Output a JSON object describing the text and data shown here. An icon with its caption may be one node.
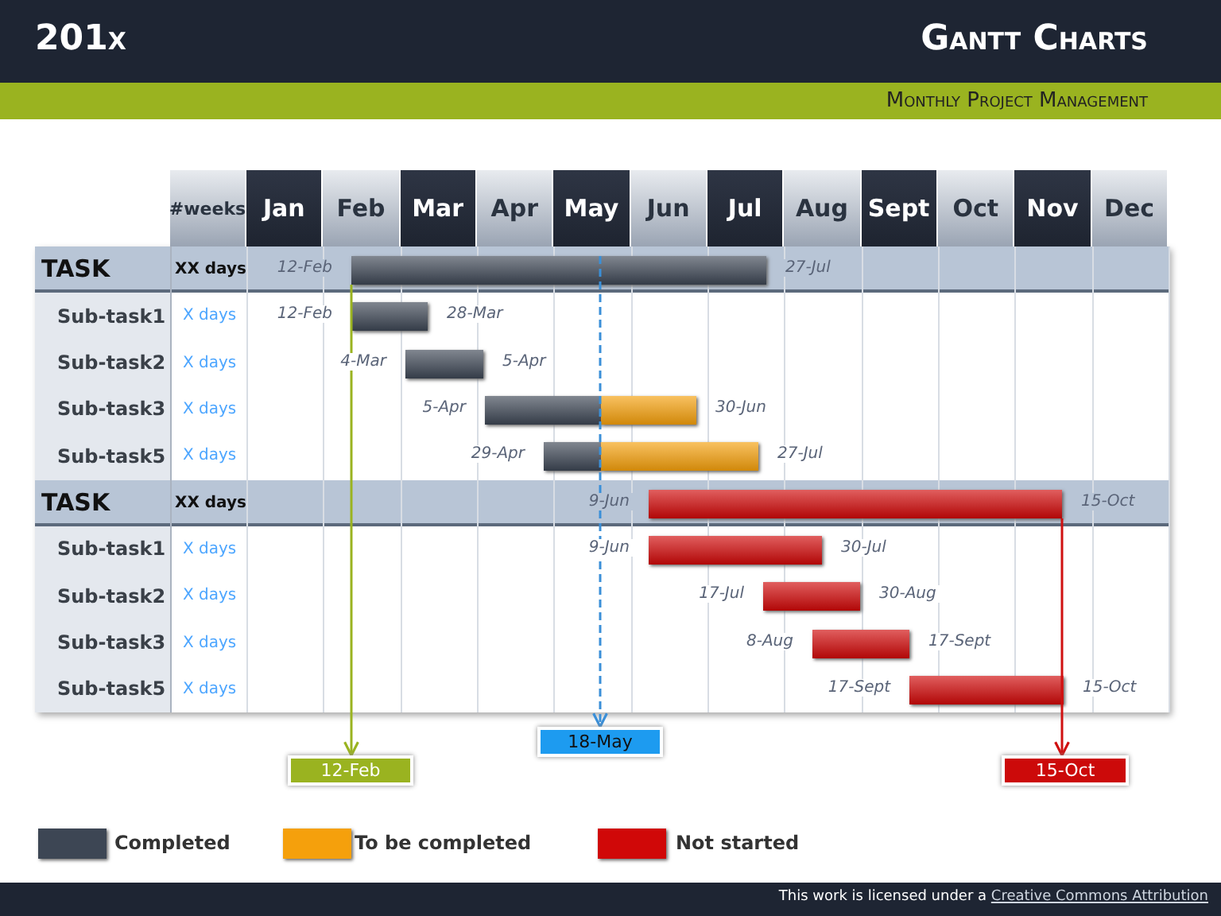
{
  "diagram": {
    "title": "Gantt Charts",
    "nodes": [
      {
        "text": [],
        "shape": "bar",
        "beside": [
          "12-Feb",
          "27-Jul"
        ]
      },
      {
        "text": [],
        "shape": "bar",
        "beside": [
          "12-Feb",
          "28-Mar"
        ]
      },
      {
        "text": [],
        "shape": "bar",
        "beside": [
          "4-Mar",
          "5-Apr"
        ]
      },
      {
        "text": [],
        "shape": "bar",
        "beside": [
          "5-Apr"
        ]
      },
      {
        "text": [],
        "shape": "bar",
        "beside": [
          "30-Jun"
        ]
      },
      {
        "text": [],
        "shape": "bar",
        "beside": [
          "29-Apr"
        ]
      },
      {
        "text": [],
        "shape": "bar",
        "beside": [
          "27-Jul"
        ]
      },
      {
        "text": [],
        "shape": "bar",
        "beside": [
          "9-Jun",
          "15-Oct"
        ]
      },
      {
        "text": [],
        "shape": "bar",
        "beside": [
          "9-Jun",
          "30-Jul"
        ]
      },
      {
        "text": [],
        "shape": "bar",
        "beside": [
          "17-Jul",
          "30-Aug"
        ]
      },
      {
        "text": [],
        "shape": "bar",
        "beside": [
          "8-Aug",
          "17-Sept"
        ]
      },
      {
        "text": [],
        "shape": "bar",
        "beside": [
          "17-Sept",
          "15-Oct"
        ]
      },
      {
        "text": [
          "12-Feb"
        ]
      },
      {
        "text": [
          "18-May"
        ]
      },
      {
        "text": [
          "15-Oct"
        ]
      }
    ],
    "edges": [
      {
        "from": 0,
        "to": 12,
        "arrow": "to",
        "color": "#9ab320"
      },
      {
        "from": 0,
        "to": 13,
        "arrow": "to",
        "style": "dashed",
        "color": "#3a8fd8"
      },
      {
        "from": 7,
        "to": 14,
        "arrow": "to",
        "color": "#d01010"
      }
    ],
    "labels": [
      "201x",
      "Monthly Project Management",
      "#weeks",
      "Jan",
      "Feb",
      "Mar",
      "Apr",
      "May",
      "Jun",
      "Jul",
      "Aug",
      "Sept",
      "Oct",
      "Nov",
      "Dec",
      "TASK",
      "XX days",
      "Sub-task1",
      "X days",
      "Sub-task2",
      "X days",
      "Sub-task3",
      "X days",
      "Sub-task5",
      "X days",
      "TASK",
      "XX days",
      "Sub-task1",
      "X days",
      "Sub-task2",
      "X days",
      "Sub-task3",
      "X days",
      "Sub-task5",
      "X days",
      "This work is licensed under a",
      "Creative Commons Attribution"
    ],
    "legend": [
      {
        "text": "Completed",
        "color": "#3d4654"
      },
      {
        "text": "To be completed",
        "color": "#f5a00c"
      },
      {
        "text": "Not started",
        "color": "#d00808"
      }
    ]
  }
}
